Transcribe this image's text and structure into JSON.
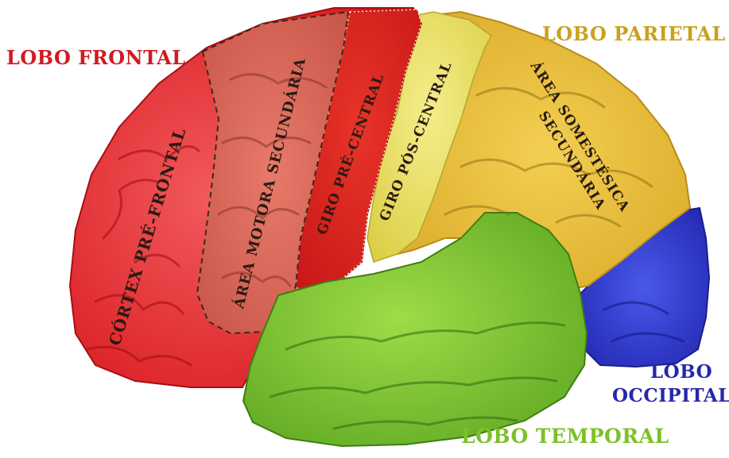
{
  "lobes": {
    "frontal": {
      "label": "LOBO FRONTAL",
      "color": "#e8262a",
      "text_color": "#d11a22"
    },
    "parietal": {
      "label": "LOBO PARIETAL",
      "color": "#f0c63a",
      "text_color": "#c9a21e"
    },
    "occipital": {
      "label_line1": "LOBO",
      "label_line2": "OCCIPITAL",
      "color": "#3340d8",
      "text_color": "#2528a8"
    },
    "temporal": {
      "label": "LOBO TEMPORAL",
      "color": "#82cc32",
      "text_color": "#7cc126"
    }
  },
  "regions": {
    "cortex_prefrontal": "CÓRTEX PRÉ-FRONTAL",
    "motor_secondary": "ÁREA MOTORA SECUNDÁRIA",
    "precentral": "GIRO PRÉ-CENTRAL",
    "postcentral": "GIRO PÓS-CENTRAL",
    "somatosensory_line1": "ÁREA SOMESTÉSICA",
    "somatosensory_line2": "SECUNDÁRIA"
  }
}
